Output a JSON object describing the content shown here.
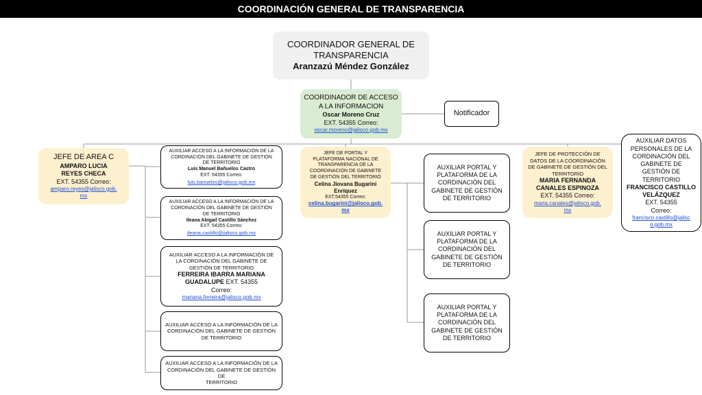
{
  "header": {
    "title": "COORDINACIÓN GENERAL DE TRANSPARENCIA"
  },
  "coordinator": {
    "title_line1": "COORDINADOR GENERAL DE",
    "title_line2": "TRANSPARENCIA",
    "name": "Aranzazú Méndez González"
  },
  "access_coordinator": {
    "title_line1": "COORDINADOR DE ACCESO",
    "title_line2": "A LA INFORMACION",
    "name": "Oscar Moreno Cruz",
    "ext": "EXT. 54355  Correo:",
    "email": "oscar.moreno@jalisco.gob.mx"
  },
  "notifier": {
    "label": "Notificador"
  },
  "area_c_chief": {
    "title": "JEFE DE AREA C",
    "name_line1": "AMPARO LUCIA",
    "name_line2": "REYES CHECA",
    "ext": "EXT. 54355  Correo:",
    "email_line1": "amparo.reyes@jalisco.gob.",
    "email_line2": "mx"
  },
  "access_aux": [
    {
      "title_line1": "AUXILIAR ACCESO A LA INFORMACIÓN DE LA",
      "title_line2": "CORDINACIÓN DEL GABINETE DE GESTIÓN",
      "title_line3": "DE TERRITORIO",
      "name": "Luis Manuel Bañuelos Castro",
      "ext": "EXT. 54355 Correo:",
      "email": "luis.banuelos@jalisco.gob.mx"
    },
    {
      "title_line1": "AUXILIAR ACCESO A LA INFORMACIÓN DE LA",
      "title_line2": "CORDINACIÓN DEL GABINETE DE GESTIÓN",
      "title_line3": "DE TERRITORIO",
      "name": "Ileana Abigail Castillo Sánchez",
      "ext": "EXT. 54355  Correo:",
      "email": "ileana.castillo@jalisco.gob.mx"
    },
    {
      "title_line1": "AUXILIAR ACCESO A LA INFORMACIÓN DE",
      "title_line2": "LA CORDINACIÓN DEL GABINETE DE",
      "title_line3": "GESTIÓN DE TERRITORIO",
      "name_line1": "FERREIRA IBARRA MARIANA",
      "name_line2": "GUADALUPE",
      "ext": "EXT. 54355",
      "correo": "Correo:",
      "email": "mariana.ferreira@jalisco.gob.mx"
    },
    {
      "title_line1": "AUXILIAR ACCESO A LA INFORMACIÓN DE LA",
      "title_line2": "CORDINACIÓN DEL GABINETE DE GESTIÓN",
      "title_line3": "DE TERRITORIO"
    },
    {
      "title_line1": "AUXILIAR ACCESO A LA INFORMACIÓN DE LA",
      "title_line2": "CORDINACIÓN DEL GABINETE DE GESTIÓN DE",
      "title_line3": "TERRITORIO"
    }
  ],
  "portal_chief": {
    "title_line1": "JEFE DE PORTAL Y",
    "title_line2": "PLATAFORMA NACIONAL DE",
    "title_line3": "TRANSPARENCIA DE LA",
    "title_line4": "COORDINACIÓN DE GABINETE",
    "title_line5": "DE GESTIÓN DEL TERRITORIO",
    "name_line1": "Celina Jiovana Bugarini",
    "name_line2": "Enríquez",
    "ext": "EXT.54355 Correo:",
    "email_line1": "celina.bugarini@jalisco.gob.",
    "email_line2": "mx"
  },
  "portal_aux": [
    {
      "line1": "AUXILIAR PORTAL Y",
      "line2": "PLATAFORMA DE LA",
      "line3": "CORDINACIÓN DEL",
      "line4": "GABINETE DE GESTIÓN",
      "line5": "DE TERRITORIO"
    },
    {
      "line1": "AUXILIAR PORTAL Y",
      "line2": "PLATAFORMA DE LA",
      "line3": "CORDINACIÓN DEL",
      "line4": "GABINETE DE GESTIÓN",
      "line5": "DE TERRITORIO"
    },
    {
      "line1": "AUXILIAR PORTAL Y",
      "line2": "PLATAFORMA DE LA",
      "line3": "CORDINACIÓN DEL",
      "line4": "GABINETE DE GESTIÓN",
      "line5": "DE TERRITORIO"
    }
  ],
  "data_protection_chief": {
    "title_line1": "JEFE DE PROTECCIÓN DE",
    "title_line2": "DATOS DE LA COORDINACIÓN",
    "title_line3": "DE GABINETE DE GESTIÓN DEL",
    "title_line4": "TERRITORIO",
    "name_line1": "MARIA FERNANDA",
    "name_line2": "CANALES ESPINOZA",
    "ext": "EXT. 54355  Correo:",
    "email_line1": "maria.canales@jalisco.gob.",
    "email_line2": "mx"
  },
  "data_aux": {
    "title_line1": "AUXILIAR DATOS",
    "title_line2": "PERSONALES DE LA",
    "title_line3": "CORDINACIÓN DEL",
    "title_line4": "GABINETE DE",
    "title_line5": "GESTIÓN DE",
    "title_line6": "TERRITORIO",
    "name_line1": "FRANCISCO CASTILLO",
    "name_line2": "VELÁZQUEZ",
    "ext": "EXT. 54355",
    "correo": "Correo:",
    "email_line1": "francisco.castillo@jalisc",
    "email_line2": "o.gob.mx"
  }
}
